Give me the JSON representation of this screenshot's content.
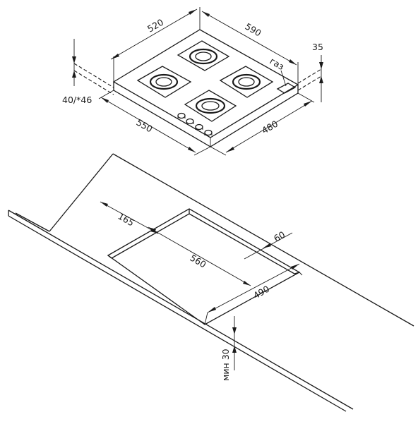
{
  "hob": {
    "dim_depth": "520",
    "dim_width": "590",
    "dim_height": "35",
    "dim_gas": "газ",
    "dim_side": "40/*46",
    "dim_body_width": "550",
    "dim_body_depth": "480"
  },
  "cutout": {
    "dim_front_offset": "165",
    "dim_width": "560",
    "dim_back_offset": "60",
    "dim_depth": "490",
    "dim_min_thickness": "мин 30"
  }
}
